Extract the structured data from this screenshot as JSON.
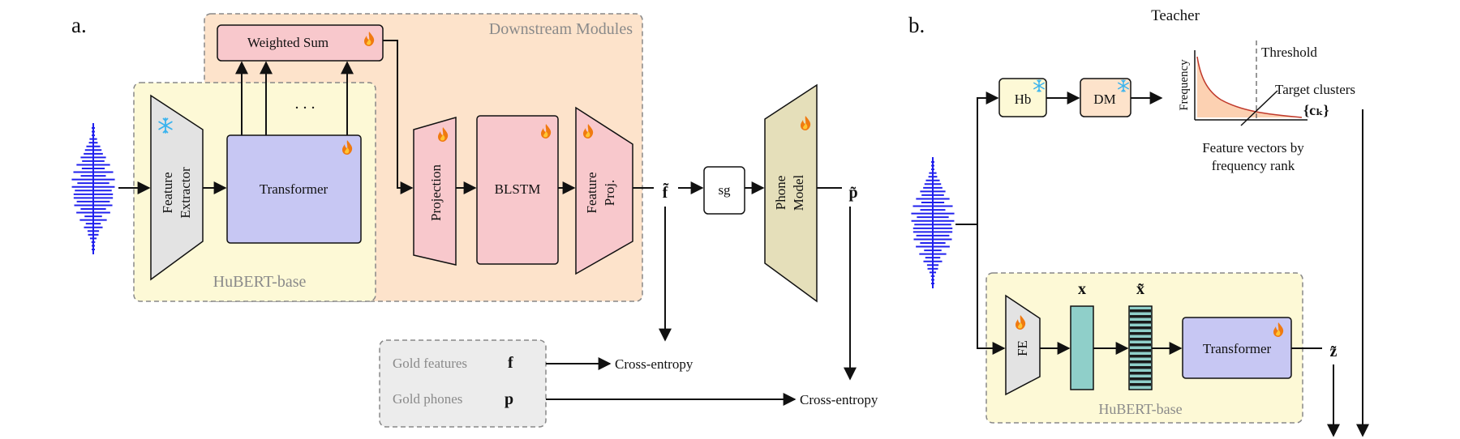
{
  "panel_a": {
    "label": "a.",
    "downstream_title": "Downstream Modules",
    "weighted_sum": "Weighted Sum",
    "ellipsis": ". . .",
    "feature_extractor_1": "Feature",
    "feature_extractor_2": "Extractor",
    "transformer": "Transformer",
    "hubert_base": "HuBERT-base",
    "projection": "Projection",
    "blstm": "BLSTM",
    "feature_proj_1": "Feature",
    "feature_proj_2": "Proj.",
    "f_tilde": "f̃",
    "sg": "sg",
    "phone_model_1": "Phone",
    "phone_model_2": "Model",
    "p_tilde": "p̃",
    "gold_features": "Gold features",
    "gold_f": "f",
    "gold_phones": "Gold phones",
    "gold_p": "p",
    "cross_entropy_1": "Cross-entropy",
    "cross_entropy_2": "Cross-entropy"
  },
  "panel_b": {
    "label": "b.",
    "teacher": "Teacher",
    "hb": "Hb",
    "dm": "DM",
    "threshold": "Threshold",
    "frequency": "Frequency",
    "target_clusters": "Target clusters",
    "ck": "{cₖ}",
    "feature_vectors_1": "Feature vectors by",
    "feature_vectors_2": "frequency rank",
    "x": "x",
    "x_tilde": "x̃",
    "fe": "FE",
    "transformer": "Transformer",
    "z_tilde": "z̃",
    "hubert_base": "HuBERT-base"
  },
  "colors": {
    "yellow_bg": "#fdf9d6",
    "orange_bg": "#fde3cb",
    "pink_box": "#f8c8cc",
    "purple_box": "#c7c7f3",
    "gray_box": "#e3e3e3",
    "tan_box": "#e5dfba",
    "teal_box": "#8fcfc9",
    "waveform": "#2020ee",
    "snowflake": "#39b3ee",
    "flame": "#f07a10"
  },
  "icons": [
    "snowflake-icon",
    "flame-icon",
    "waveform-icon"
  ]
}
